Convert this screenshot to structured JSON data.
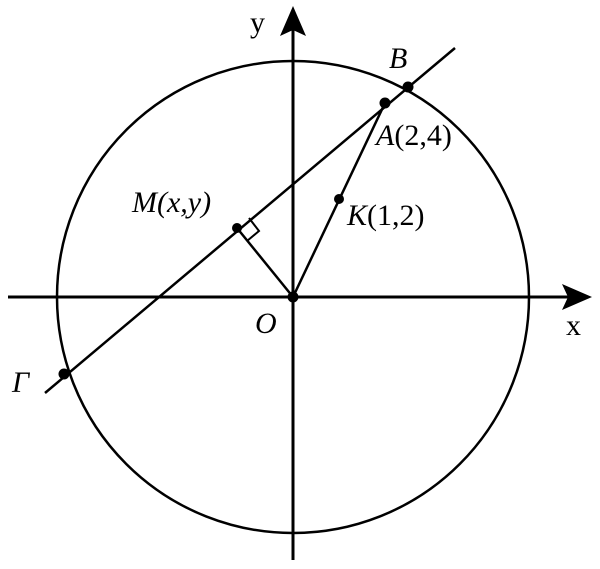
{
  "diagram": {
    "axis_x_label": "x",
    "axis_y_label": "y",
    "origin_label": "O",
    "points": {
      "A": {
        "name": "A",
        "coords": "(2,4)"
      },
      "K": {
        "name": "K",
        "coords": "(1,2)"
      },
      "M": {
        "name": "M",
        "coords": "(x,y)"
      },
      "B": {
        "name": "B"
      },
      "G": {
        "name": "Γ"
      }
    },
    "stroke_color": "#000000"
  }
}
